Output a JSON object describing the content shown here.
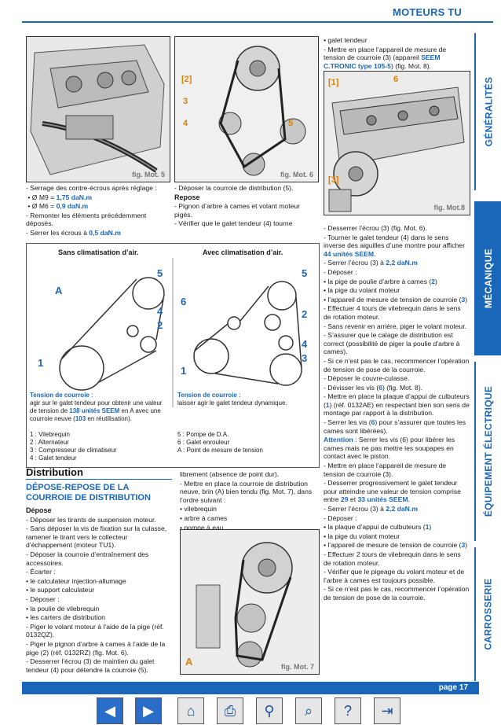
{
  "header": {
    "title": "MOTEURS TU"
  },
  "tabs": [
    "GÉNÉRALITÉS",
    "MÉCANIQUE",
    "ÉQUIPEMENT ÉLECTRIQUE",
    "CARROSSERIE"
  ],
  "active_tab": "MÉCANIQUE",
  "figures": {
    "fig5": "fig. Mot. 5",
    "fig6": "fig. Mot. 6",
    "fig8": "fig. Mot.8",
    "fig7": "fig. Mot. 7"
  },
  "fig6_callouts": [
    "[2]",
    "3",
    "4",
    "5"
  ],
  "fig8_callouts": [
    "[1]",
    "6",
    "[3]"
  ],
  "fig7_callouts": [
    "A"
  ],
  "col1_top": {
    "l1": "- Serrage des contre-écrous après réglage :",
    "l2a": "• Ø M9 = ",
    "l2b": "1,75 daN.m",
    "l3a": "• Ø M6 = ",
    "l3b": "0,9 daN.m",
    "l4": "- Remonter les éléments précédemment déposés.",
    "l5a": "- Serrer les écrous à ",
    "l5b": "0,5 daN.m"
  },
  "col2_top": {
    "l1": "- Déposer la courroie de distribution (5).",
    "repose": "Repose",
    "l2": "- Pignon d’arbre à cames et volant moteur pigés.",
    "l3": "- Vérifier que le galet tendeur (4) tourne"
  },
  "belt": {
    "left_heading": "Sans climatisation d’air.",
    "right_heading": "Avec climatisation d’air.",
    "left_nums": [
      "5",
      "A",
      "4",
      "2",
      "1"
    ],
    "right_nums": [
      "5",
      "6",
      "2",
      "4",
      "1",
      "3"
    ],
    "tension_left_title": "Tension de courroie",
    "tension_left_a": "agir sur le galet tendeur pour obtenir une valeur de tension de ",
    "tension_left_b": "138 unités SEEM",
    "tension_left_c": " en A avec une courroie neuve (",
    "tension_left_d": "103",
    "tension_left_e": " en réutilisation).",
    "tension_right_title": "Tension de courroie",
    "tension_right_text": "laisser agir le galet tendeur dynamique.",
    "legend_left": [
      "1 : Vilebrequin",
      "2 : Alternateur",
      "3 : Compresseur de climatiseur",
      "4 : Galet tendeur"
    ],
    "legend_right": [
      "5 : Pompe de D.A.",
      "6 : Galet enrouleur",
      "A : Point de mesure de tension"
    ]
  },
  "distribution": {
    "title": "Distribution",
    "subtitle": "DÉPOSE-REPOSE DE LA COURROIE DE DISTRIBUTION",
    "depose": "Dépose",
    "lines": [
      "- Déposer les tirants de suspension moteur.",
      "- Sans déposer la vis de fixation sur la culasse, ramener le tirant vers le collecteur d’échappement (moteur TU1).",
      "- Déposer la courroie d’entraînement des accessoires.",
      "- Écarter :",
      "• le calculateur injection-allumage",
      "• le support calculateur",
      "- Déposer :",
      "• la poulie de vilebrequin",
      "• les carters de distribution",
      "- Piger le volant moteur à l’aide de la pige (réf. 0132QZ).",
      "- Piger le pignon d’arbre à cames à l’aide de la pige (2) (réf. 0132RZ) (fig. Mot. 6).",
      "- Desserrer l’écrou (3) de maintien du galet tendeur (4) pour détendre la courroie (5)."
    ]
  },
  "col_mid_bottom": [
    "librement (absence de point dur).",
    "- Mettre en place la courroie de distribution neuve, brin (A) bien tendu (fig. Mot. 7), dans l’ordre suivant :",
    "• vilebrequin",
    "• arbre à cames",
    "• pompe à eau"
  ],
  "col3_top": {
    "l1": "• galet tendeur",
    "l2a": "- Mettre en place l’appareil de mesure de tension de courroie (3) (appareil ",
    "l2b": "SEEM C.TRONIC type 105-5",
    "l2c": ") (fig. Mot. 8)."
  },
  "col3": {
    "a1": "- Desserrer l’écrou (3) (fig. Mot. 6).",
    "a2a": "- Tourner le galet tendeur (4) dans le sens inverse des aiguilles d’une montre pour afficher ",
    "a2b": "44 unités SEEM",
    "a2c": ".",
    "a3a": "- Serrer l’écrou (3) à ",
    "a3b": "2,2 daN.m",
    "a4": "- Déposer :",
    "a5a": "• la pige de poulie d’arbre à cames (",
    "a5b": "2",
    "a5c": ")",
    "a6": "• la pige du volant moteur",
    "a7a": "• l’appareil de mesure de tension de courroie (",
    "a7b": "3",
    "a7c": ")",
    "a8": "- Effectuer 4 tours de vilebrequin dans le sens de rotation moteur.",
    "a9": "- Sans revenir en arrière, piger le volant moteur.",
    "a10": "- S’assurer que le calage de distribution est correct (possibilité de piger la poulie d’arbre à cames).",
    "a11": "- Si ce n’est pas le cas, recommencer l’opération de tension de pose de la courroie.",
    "a12": "- Déposer le couvre-culasse.",
    "a13a": "- Dévisser les vis (",
    "a13b": "6",
    "a13c": ") (fig. Mot. 8).",
    "a14a": "- Mettre en place la plaque d’appui de culbuteurs (",
    "a14b": "1",
    "a14c": ") (réf. 0132AE) en respectant bien son sens de montage par rapport à la distribution.",
    "a15a": "- Serrer les vis (",
    "a15b": "6",
    "a15c": ") pour s’assurer que toutes les cames sont libérées).",
    "att_a": "Attention",
    "att_b": " : Serrer les vis (6) pour libérer les cames mais ne pas mettre les soupapes en contact avec le piston.",
    "a16": "- Mettre en place l’appareil de mesure de tension de courroie (3).",
    "a17a": "- Desserrer progressivement le galet tendeur pour atteindre une valeur de tension comprise entre ",
    "a17b": "29",
    "a17c": " et ",
    "a17d": "33 unités SEEM",
    "a17e": ".",
    "a18a": "- Serrer l’écrou (3) à ",
    "a18b": "2,2 daN.m",
    "a19": "- Déposer :",
    "a20a": "• la plaque d’appui de culbuteurs (",
    "a20b": "1",
    "a20c": ")",
    "a21": "• la pige du volant moteur",
    "a22a": "• l’appareil de mesure de tension de courroie (",
    "a22b": "3",
    "a22c": ")",
    "a23": "- Effectuer 2 tours de vilebrequin dans le sens de rotation moteur.",
    "a24": "- Vérifier que le pigeage du volant moteur et de l’arbre à cames est toujours possible.",
    "a25": "- Si ce n’est pas le cas, recommencer l’opération de tension de pose de la courroie."
  },
  "footer": {
    "page": "page 17"
  },
  "nav_icons": [
    "arrow-left-icon",
    "arrow-right-icon",
    "home-icon",
    "print-icon",
    "search-icon",
    "binoculars-icon",
    "help-icon",
    "exit-icon"
  ]
}
